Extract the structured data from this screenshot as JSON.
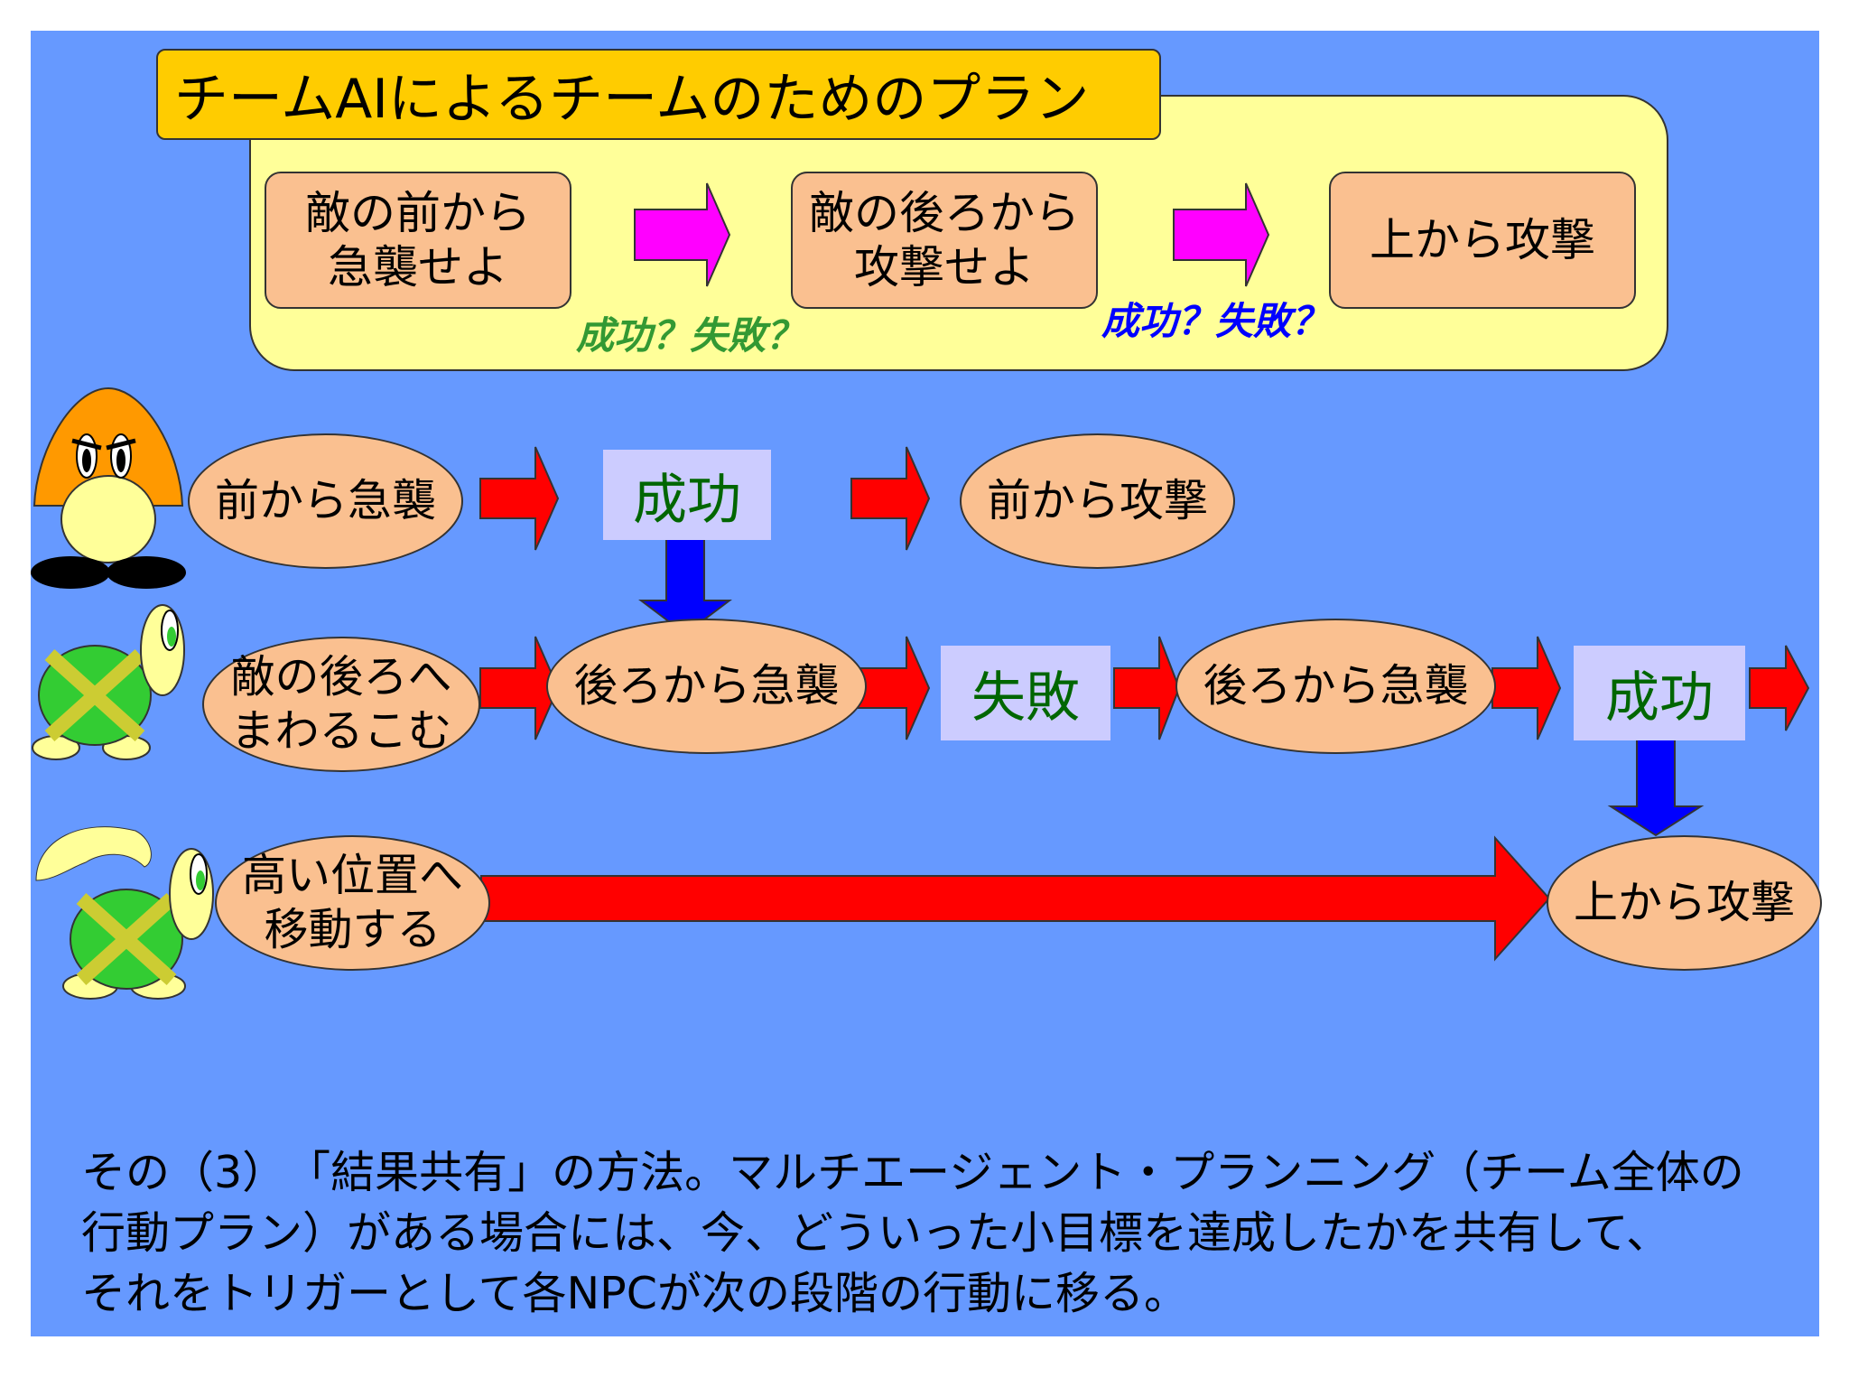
{
  "title": "チームAIによるチームのためのプラン",
  "plan": {
    "steps": [
      "敵の前から\n急襲せよ",
      "敵の後ろから\n攻撃せよ",
      "上から攻撃"
    ],
    "questions": [
      "成功？失敗？",
      "成功？失敗？"
    ]
  },
  "rows": {
    "row1": {
      "actions": [
        "前から急襲",
        "前から攻撃"
      ],
      "result": "成功"
    },
    "row2": {
      "actions": [
        "敵の後ろへ\nまわるこむ",
        "後ろから急襲",
        "後ろから急襲"
      ],
      "results": [
        "失敗",
        "成功"
      ]
    },
    "row3": {
      "actions": [
        "高い位置へ\n移動する",
        "上から攻撃"
      ]
    }
  },
  "caption": "その（3）　「結果共有」の方法。マルチエージェント・プランニング（チーム全体の\n行動プラン）がある場合には、今、どういった小目標を達成したかを共有して、\nそれをトリガーとして各NPCが次の段階の行動に移る。",
  "colors": {
    "background": "#6699ff",
    "plan_panel": "#ffff99",
    "title_box": "#ffcc00",
    "action_fill": "#fac090",
    "result_box": "#ccccff",
    "result_text": "#006600",
    "plan_arrow": "#ff00ff",
    "flow_arrow": "#ff0000",
    "trigger_arrow": "#0000ff",
    "question_1": "#339933",
    "question_2": "#0000ff"
  },
  "icons": [
    "goomba-character-icon",
    "koopa-character-icon",
    "paratroopa-character-icon"
  ]
}
